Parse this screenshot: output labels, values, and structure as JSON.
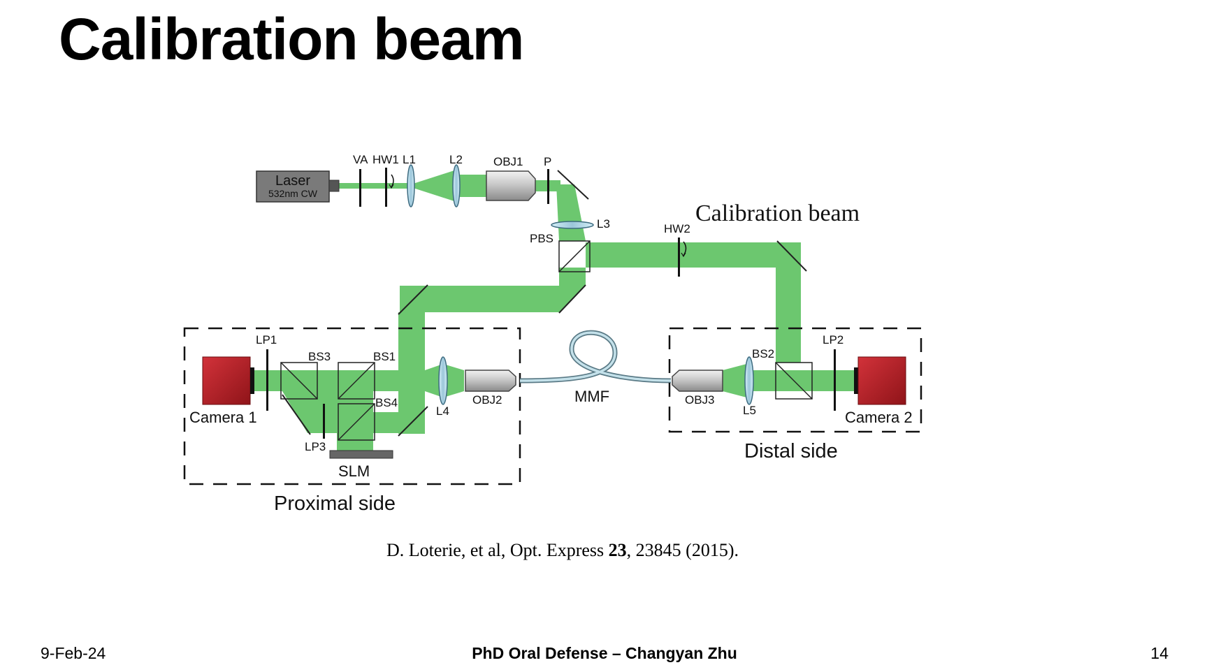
{
  "slide": {
    "title": "Calibration beam",
    "citation": {
      "prefix": "D. Loterie, et al, Opt. Express ",
      "volume": "23",
      "suffix": ", 23845 (2015)."
    },
    "footer": {
      "date": "9-Feb-24",
      "center": "PhD Oral Defense – Changyan Zhu",
      "page": "14"
    }
  },
  "diagram": {
    "colors": {
      "beam": "#6cc76f",
      "beam_dark": "#4fae56",
      "camera": "#c4222a",
      "laser_body": "#7a7a7a",
      "fiber": "#a9cdd8"
    },
    "labels": {
      "laser": "Laser",
      "laser_spec": "532nm CW",
      "va": "VA",
      "hw1": "HW1",
      "l1": "L1",
      "l2": "L2",
      "obj1": "OBJ1",
      "p": "P",
      "l3": "L3",
      "pbs": "PBS",
      "hw2": "HW2",
      "calibration_beam": "Calibration beam",
      "lp1": "LP1",
      "bs3": "BS3",
      "bs1": "BS1",
      "bs4": "BS4",
      "lp3": "LP3",
      "slm": "SLM",
      "l4": "L4",
      "obj2": "OBJ2",
      "mmf": "MMF",
      "obj3": "OBJ3",
      "l5": "L5",
      "bs2": "BS2",
      "lp2": "LP2",
      "camera1": "Camera 1",
      "camera2": "Camera 2",
      "proximal_side": "Proximal side",
      "distal_side": "Distal side"
    }
  }
}
